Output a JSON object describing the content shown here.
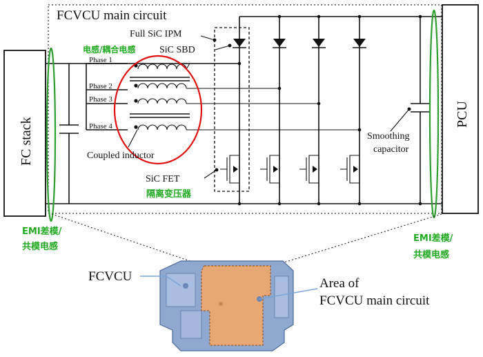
{
  "labels": {
    "main_circuit_title": "FCVCU main circuit",
    "full_sic_ipm": "Full SiC IPM",
    "sic_sbd": "SiC SBD",
    "coupled_inductor_cn": "电感/耦合电感",
    "phase1": "Phase 1",
    "phase2": "Phase 2",
    "phase3": "Phase 3",
    "phase4": "Phase 4",
    "fc_stack": "FC stack",
    "pcu": "PCU",
    "coupled_inductor": "Coupled inductor",
    "sic_fet": "SiC FET",
    "isolation_transformer_cn": "隔离变压器",
    "smoothing_capacitor_line1": "Smoothing",
    "smoothing_capacitor_line2": "capacitor",
    "emi_left_line1": "EMI差模/",
    "emi_left_line2": "共模电感",
    "emi_right_line1": "EMI差模/",
    "emi_right_line2": "共模电感",
    "fcvcu": "FCVCU",
    "area_line1": "Area of",
    "area_line2": "FCVCU main circuit"
  },
  "colors": {
    "annotation_green": "#22aa22",
    "highlight_red": "#e01010",
    "ellipse_green": "#2e9e2e",
    "unit_body": "#8ea8d0",
    "area_fill": "#e8a874"
  }
}
